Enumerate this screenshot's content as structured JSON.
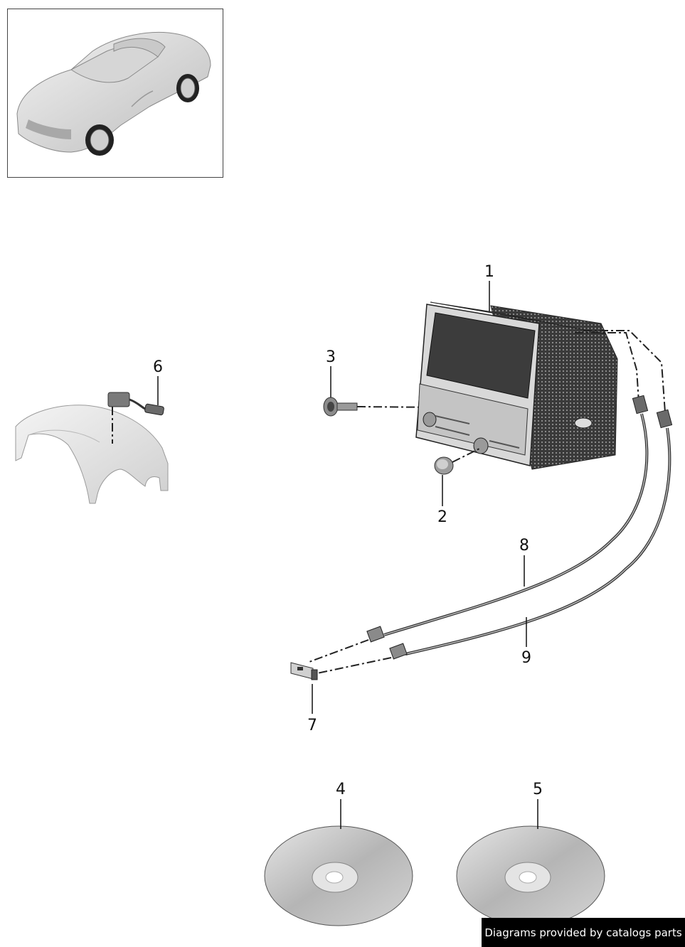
{
  "callouts": {
    "c1": "1",
    "c2": "2",
    "c3": "3",
    "c4": "4",
    "c5": "5",
    "c6": "6",
    "c7": "7",
    "c8": "8",
    "c9": "9"
  },
  "credit": "Diagrams provided by catalogs parts",
  "colors": {
    "line": "#111111",
    "part_fill": "#d9d9d9",
    "part_dark": "#3a3a3a",
    "disc_fill": "#bdbdbd",
    "credit_bg": "#000000"
  }
}
